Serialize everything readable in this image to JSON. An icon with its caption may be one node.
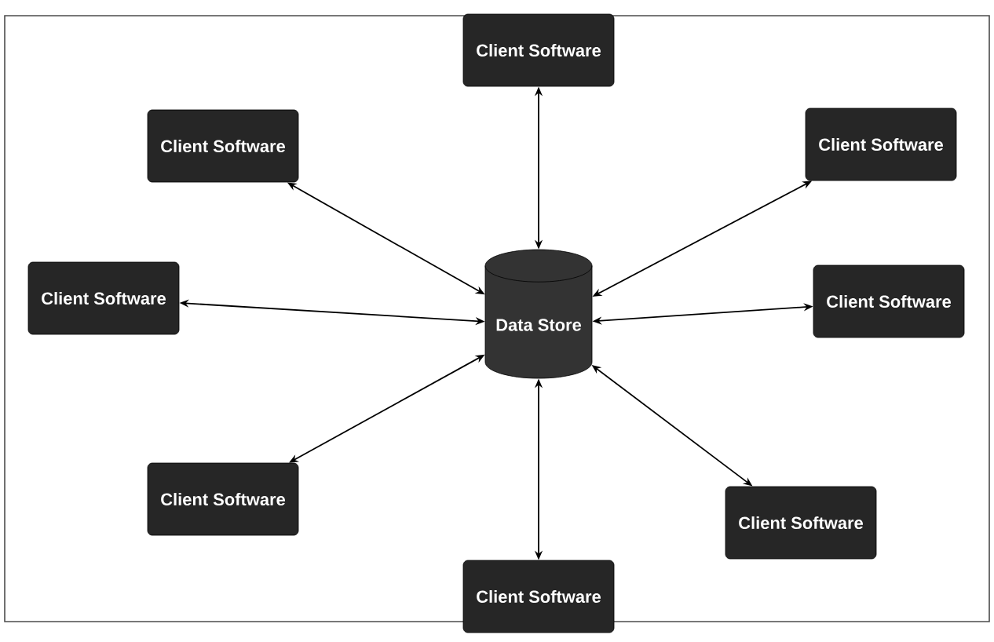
{
  "diagram": {
    "nodes": [
      {
        "text": [
          "Client Software"
        ]
      },
      {
        "text": [
          "Client Software"
        ]
      },
      {
        "text": [
          "Client Software"
        ]
      },
      {
        "text": [
          "Client Software"
        ]
      },
      {
        "text": [
          "Data Store"
        ]
      },
      {
        "text": [
          "Client Software"
        ]
      },
      {
        "text": [
          "Client Software"
        ]
      },
      {
        "text": [
          "Client Software"
        ]
      },
      {
        "text": [
          "Client Software"
        ]
      }
    ],
    "edges": [
      {
        "from": 4,
        "to": 0,
        "arrow": "both"
      },
      {
        "from": 4,
        "to": 1,
        "arrow": "both"
      },
      {
        "from": 4,
        "to": 2,
        "arrow": "both"
      },
      {
        "from": 4,
        "to": 3,
        "arrow": "both"
      },
      {
        "from": 4,
        "to": 5,
        "arrow": "both"
      },
      {
        "from": 4,
        "to": 6,
        "arrow": "both"
      },
      {
        "from": 4,
        "to": 7,
        "arrow": "both"
      },
      {
        "from": 4,
        "to": 8,
        "arrow": "both"
      }
    ]
  }
}
